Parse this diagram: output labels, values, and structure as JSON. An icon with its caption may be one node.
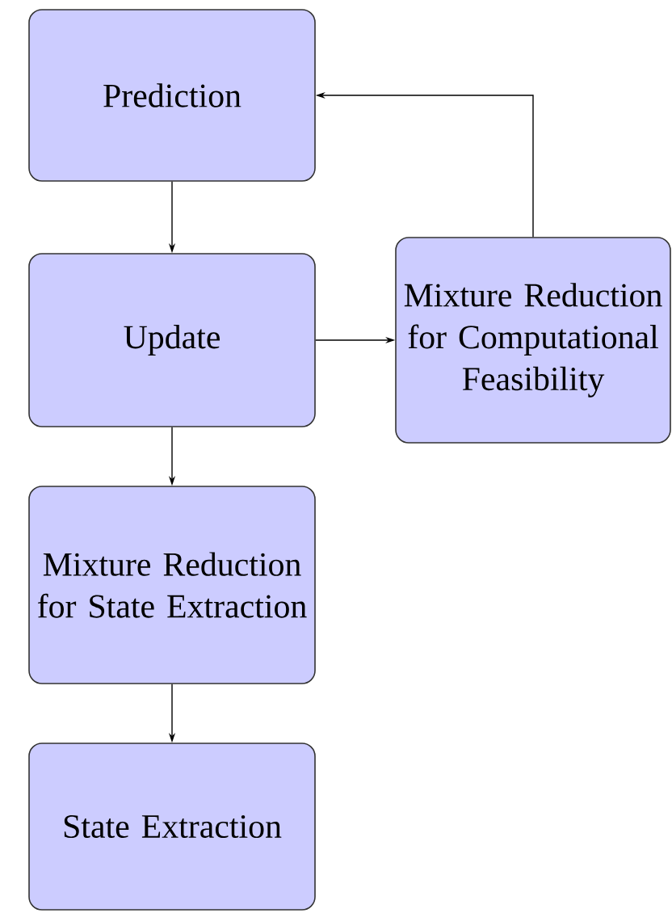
{
  "diagram": {
    "nodes": [
      {
        "text": [
          "Prediction"
        ]
      },
      {
        "text": [
          "Update"
        ]
      },
      {
        "text": [
          "Mixture Reduction for Computational Feasibility"
        ]
      },
      {
        "text": [
          "Mixture Reduction for State Extraction"
        ]
      },
      {
        "text": [
          "State Extraction"
        ]
      }
    ],
    "edges": [
      {
        "from": 0,
        "to": 1,
        "arrow": "to"
      },
      {
        "from": 1,
        "to": 2,
        "arrow": "to"
      },
      {
        "from": 2,
        "to": 0,
        "arrow": "to"
      },
      {
        "from": 1,
        "to": 3,
        "arrow": "to"
      },
      {
        "from": 3,
        "to": 4,
        "arrow": "to"
      }
    ]
  }
}
